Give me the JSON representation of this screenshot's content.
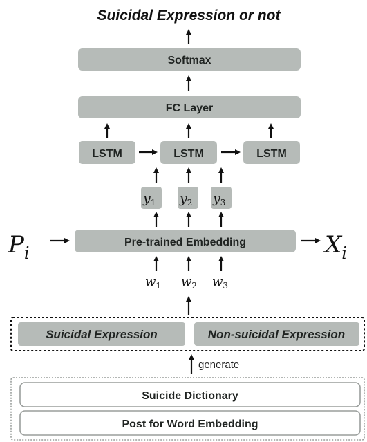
{
  "title": "Suicidal Expression or not",
  "layers": {
    "softmax": "Softmax",
    "fc": "FC Layer",
    "lstm": [
      "LSTM",
      "LSTM",
      "LSTM"
    ],
    "embedding": "Pre-trained Embedding"
  },
  "y_tokens": [
    {
      "base": "y",
      "sub": "1"
    },
    {
      "base": "y",
      "sub": "2"
    },
    {
      "base": "y",
      "sub": "3"
    }
  ],
  "w_tokens": [
    {
      "base": "w",
      "sub": "1"
    },
    {
      "base": "w",
      "sub": "2"
    },
    {
      "base": "w",
      "sub": "3"
    }
  ],
  "input_symbol": {
    "base": "P",
    "sub": "i"
  },
  "output_symbol": {
    "base": "X",
    "sub": "i"
  },
  "categories": [
    "Suicidal Expression",
    "Non-suicidal Expression"
  ],
  "generate_label": "generate",
  "sources": [
    "Suicide Dictionary",
    "Post for Word Embedding"
  ],
  "colors": {
    "box_fill": "#b6bbb8",
    "text": "#1f2321",
    "arrow": "#111111"
  }
}
